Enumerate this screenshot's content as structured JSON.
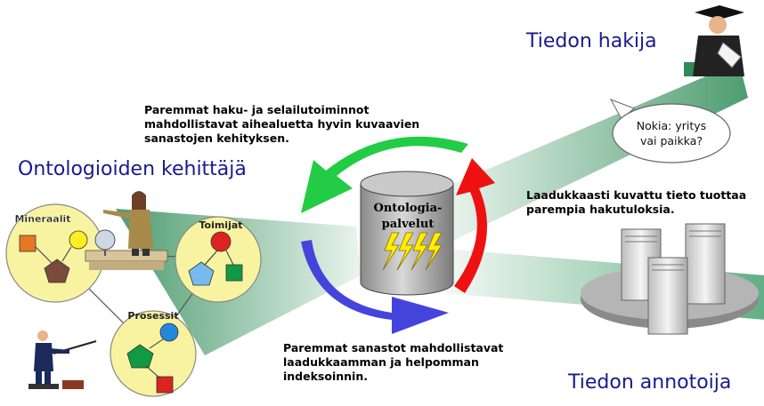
{
  "roles": {
    "searcher": "Tiedon hakija",
    "developer": "Ontologioiden kehittäjä",
    "annotator": "Tiedon annotoija"
  },
  "notes": {
    "top": [
      "Paremmat haku- ja selailutoiminnot",
      "mahdollistavat aihealuetta hyvin kuvaavien",
      "sanastojen kehityksen."
    ],
    "right": [
      "Laadukkaasti kuvattu tieto tuottaa",
      "parempia hakutuloksia."
    ],
    "bottom": [
      "Paremmat sanastot mahdollistavat",
      "laadukkaamman ja helpomman",
      "indeksoinnin."
    ]
  },
  "cylinder": {
    "line1": "Ontologia-",
    "line2": "palvelut"
  },
  "speech_bubble": {
    "line1": "Nokia: yritys",
    "line2": "vai paikka?"
  },
  "ontology_groups": {
    "minerals": "Mineraalit",
    "actors": "Toimijat",
    "processes": "Prosessit"
  },
  "colors": {
    "band": "#2e8b57",
    "arrow_top": "#22cc44",
    "arrow_right": "#ee1111",
    "arrow_bottom": "#4444dd",
    "role_text": "#1a1a8c",
    "circle_fill": "#f7f3a0"
  }
}
